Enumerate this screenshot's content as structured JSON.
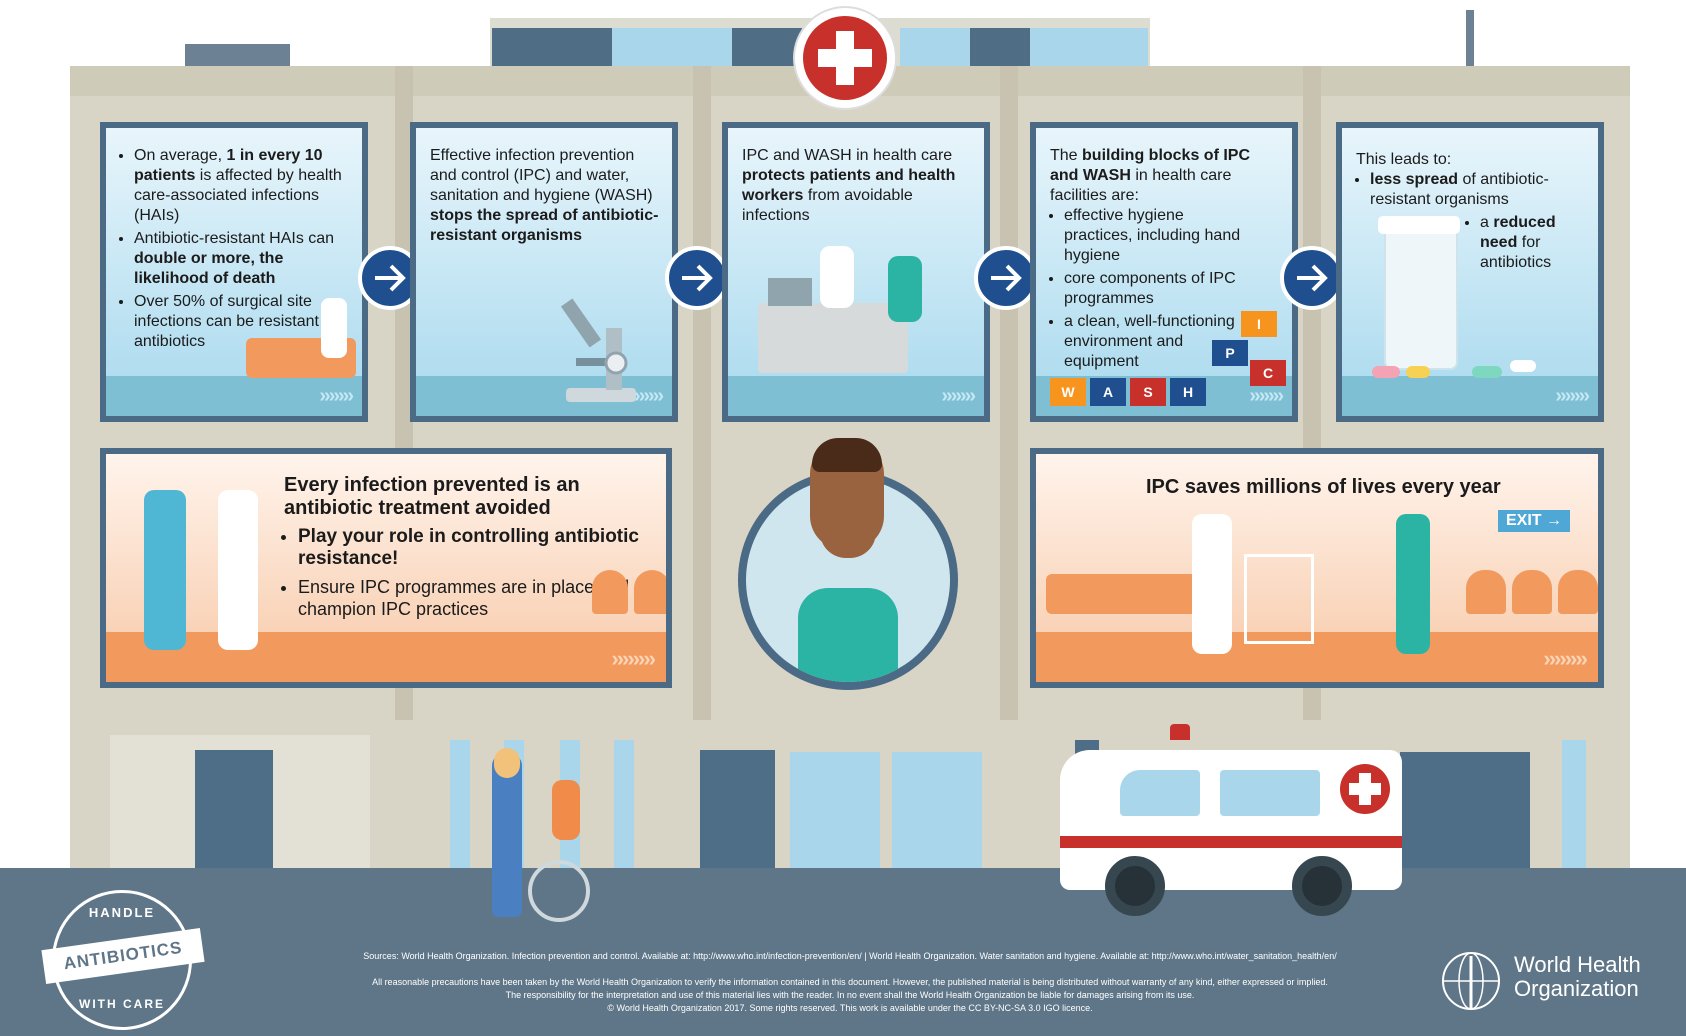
{
  "panels_top": [
    {
      "items": [
        {
          "pre": "On average, ",
          "bold": "1 in every 10 patients",
          "post": " is affected by health care-associated infections (HAIs)"
        },
        {
          "pre": "Antibiotic-resistant HAIs can ",
          "bold": "double or more, the likelihood of death",
          "post": ""
        },
        {
          "pre": "Over 50% of surgical site infections can be resistant to antibiotics",
          "bold": "",
          "post": ""
        }
      ]
    },
    {
      "pre": "Effective infection prevention and control (IPC) and water, sanitation and hygiene (WASH) ",
      "bold": "stops the spread of antibiotic-resistant organisms",
      "post": ""
    },
    {
      "pre": "IPC and WASH in health care ",
      "bold": "protects patients and health workers",
      "post": " from avoidable infections"
    },
    {
      "pre": "The ",
      "bold": "building blocks of IPC and WASH",
      "post": " in health care facilities are:",
      "items": [
        "effective hygiene practices, including hand hygiene",
        "core components of IPC programmes",
        "a clean, well-functioning environment and equipment"
      ],
      "blocks_wash": [
        "W",
        "A",
        "S",
        "H"
      ],
      "blocks_ipc": [
        "I",
        "P",
        "C"
      ]
    },
    {
      "intro": "This leads to:",
      "item1_bold": "less spread",
      "item1_rest": " of antibiotic-resistant organisms",
      "item2_pre": "a ",
      "item2_bold": "reduced need",
      "item2_rest": " for antibiotics"
    }
  ],
  "panel_bottom_left": {
    "heading": "Every infection prevented is an antibiotic treatment avoided",
    "item1": "Play your role in controlling antibiotic resistance!",
    "item2": "Ensure IPC programmes are in place and champion IPC practices"
  },
  "panel_bottom_right": {
    "heading": "IPC saves millions of lives every year",
    "exit_label": "EXIT"
  },
  "logo_handle": {
    "top": "HANDLE",
    "middle": "ANTIBIOTICS",
    "bottom": "WITH CARE"
  },
  "who_logo": {
    "line1": "World Health",
    "line2": "Organization"
  },
  "footer": {
    "sources": "Sources: World Health Organization. Infection prevention and control. Available at: http://www.who.int/infection-prevention/en/ | World Health Organization. Water sanitation and hygiene. Available at: http://www.who.int/water_sanitation_health/en/",
    "disclaimer1": "All reasonable precautions have been taken by the World Health Organization to verify the information contained in this document. However, the published material is being distributed without warranty of any kind, either expressed or implied.",
    "disclaimer2": "The responsibility for the interpretation and use of this material lies with the reader. In no event shall the World Health Organization be liable for damages arising from its use.",
    "copyright": "© World Health Organization 2017. Some rights reserved. This work is available under the CC BY-NC-SA 3.0 IGO licence."
  },
  "colors": {
    "navy": "#1f4f8f",
    "panel_border": "#4a6a86",
    "orange": "#f29a5e",
    "red_cross": "#c8312b",
    "street": "#5e7688"
  }
}
